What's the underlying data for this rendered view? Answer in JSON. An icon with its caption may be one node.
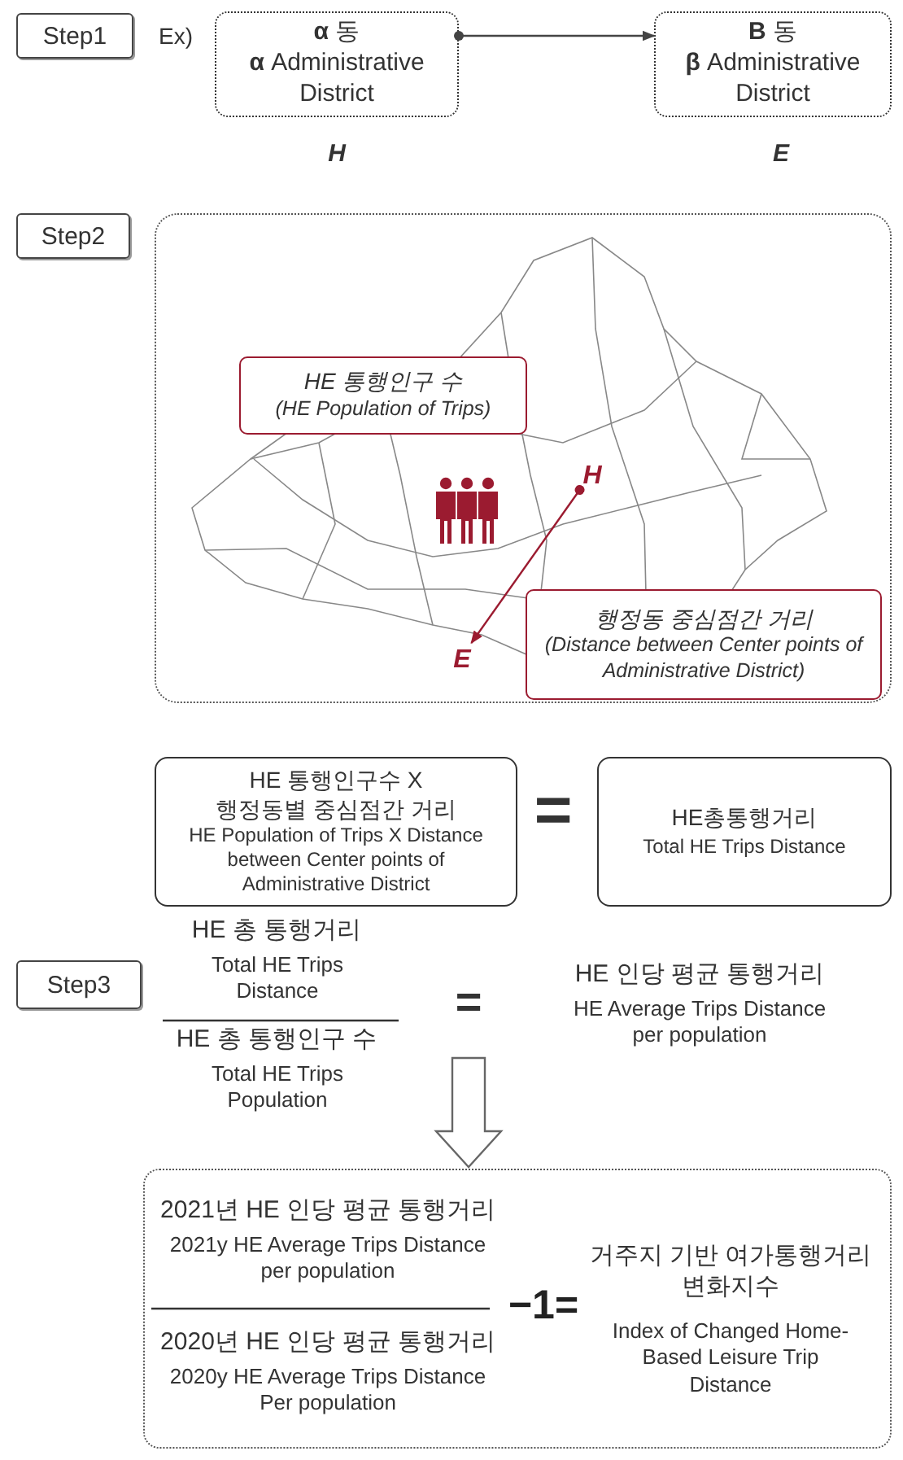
{
  "diagram": {
    "nodes": [
      {
        "text": [
          "Step1"
        ]
      },
      {
        "text": [
          "**α** 동",
          "**α** Administrative District"
        ],
        "beside": [
          "H"
        ]
      },
      {
        "text": [
          "**B** 동",
          "**β** Administrative District"
        ],
        "beside": [
          "E"
        ]
      },
      {
        "text": [
          "Step2"
        ]
      },
      {
        "text": [],
        "shape": "box"
      },
      {
        "text": [
          "HE 통행인구 수",
          "(HE Population of Trips)"
        ],
        "in": 4
      },
      {
        "text": [
          "H"
        ],
        "in": 4
      },
      {
        "text": [
          "E"
        ],
        "in": 4
      },
      {
        "text": [
          "행정동 중심점간 거리",
          "(Distance between Center points of Administrative District)"
        ],
        "in": 4
      },
      {
        "text": [
          "HE 통행인구수 X 행정동별 중심점간 거리",
          "HE Population of Trips X Distance between Center points of Administrative District"
        ]
      },
      {
        "text": [
          "HE총통행거리",
          "Total HE Trips Distance"
        ]
      },
      {
        "text": [
          "Step3"
        ]
      },
      {
        "text": [
          "2021년 HE 인당 평균 통행거리",
          "2021y HE Average Trips Distance per population",
          "2020년 HE 인당 평균 통행거리",
          "2020y HE Average Trips Distance Per population",
          "−1=",
          "거주지 기반 여가통행거리 변화지수",
          "Index of Changed Home-Based Leisure Trip Distance"
        ]
      }
    ],
    "edges": [
      {
        "from": 1,
        "to": 2,
        "arrow": "to"
      },
      {
        "from": 6,
        "to": 7,
        "arrow": "to",
        "color": "#9b1b30"
      },
      {
        "from": null,
        "to": 12,
        "arrow": "to"
      }
    ],
    "labels": [
      "Ex)",
      "=",
      "HE 총 통행거리",
      "Total HE Trips Distance",
      "HE 총 통행인구 수",
      "Total HE Trips Population",
      "=",
      "HE 인당 평균 통행거리",
      "HE Average Trips Distance per population"
    ]
  }
}
